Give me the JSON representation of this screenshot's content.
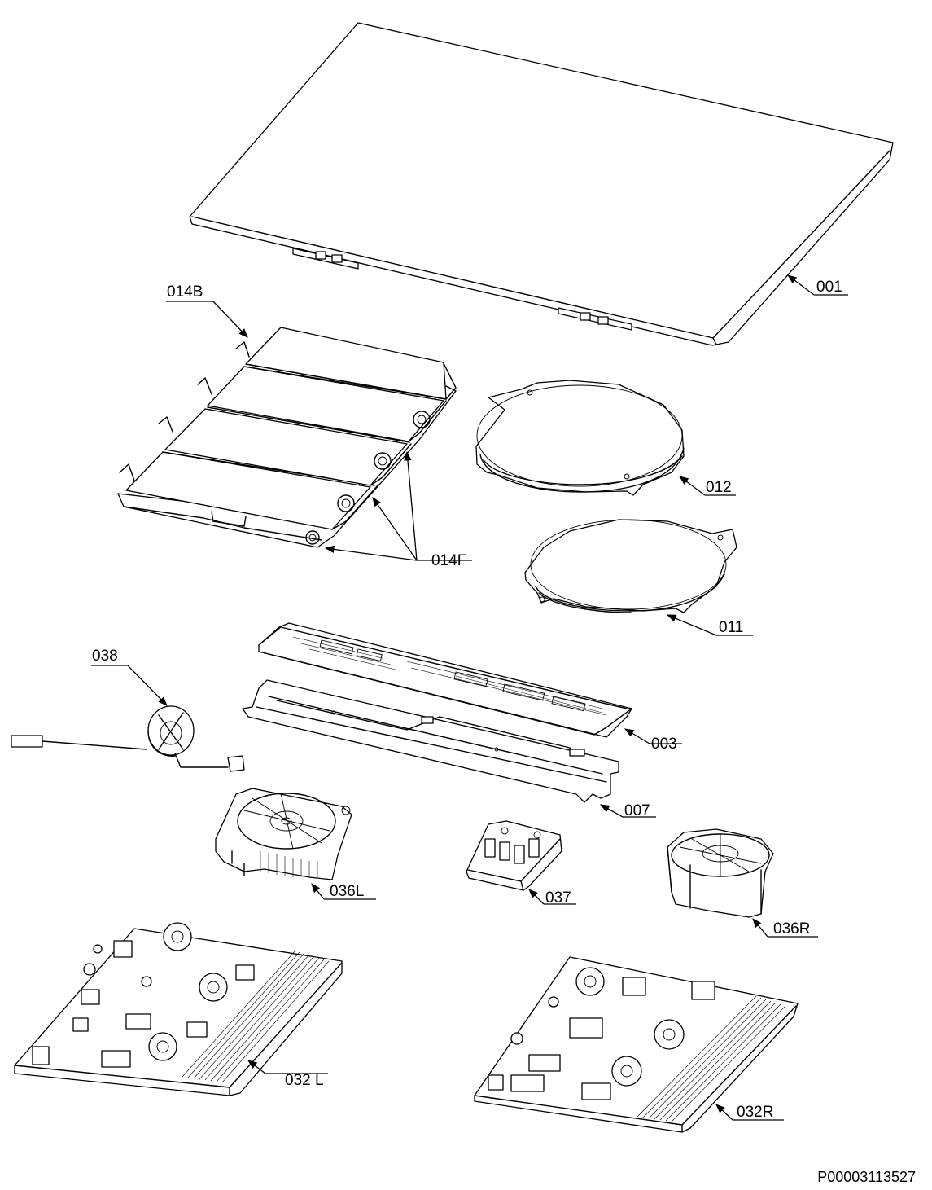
{
  "parts": [
    {
      "id": "p001",
      "label": "001"
    },
    {
      "id": "p014B",
      "label": "014B"
    },
    {
      "id": "p012",
      "label": "012"
    },
    {
      "id": "p014F",
      "label": "014F"
    },
    {
      "id": "p011",
      "label": "011"
    },
    {
      "id": "p038",
      "label": "038"
    },
    {
      "id": "p003",
      "label": "003"
    },
    {
      "id": "p007",
      "label": "007"
    },
    {
      "id": "p036L",
      "label": "036L"
    },
    {
      "id": "p037",
      "label": "037"
    },
    {
      "id": "p036R",
      "label": "036R"
    },
    {
      "id": "p032L",
      "label": "032 L"
    },
    {
      "id": "p032R",
      "label": "032R"
    }
  ],
  "document_id": "P00003113527"
}
